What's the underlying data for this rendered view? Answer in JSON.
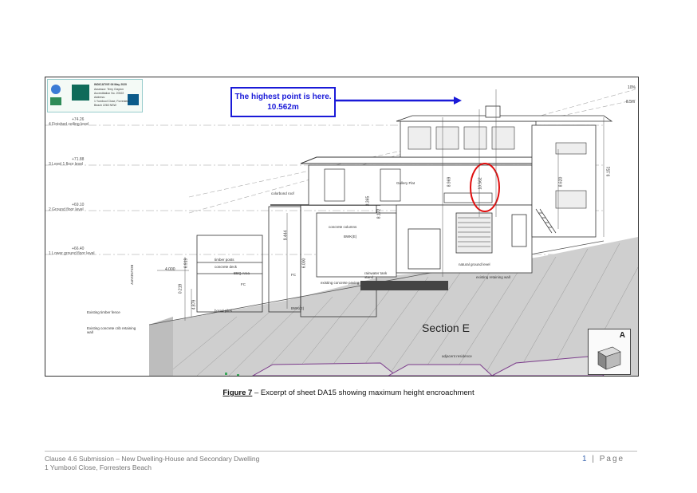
{
  "callout": {
    "line1": "The highest point is here.",
    "line2": "10.562m"
  },
  "levels": [
    {
      "rl": "+74.26",
      "name": "4 Finished ceiling level"
    },
    {
      "rl": "+71.88",
      "name": "3 Level 1 floor level"
    },
    {
      "rl": "+69.10",
      "name": "2 Ground floor level"
    },
    {
      "rl": "+66.40",
      "name": "1 Lower ground floor level"
    }
  ],
  "labels": {
    "timber_fence": "Existing timber fence",
    "retaining_wall": "Existing concrete crib retaining wall",
    "boundary": "BOUNDARY",
    "timber_posts": "timber posts",
    "concrete_deck": "concrete deck",
    "bbq_area": "BBQ Area",
    "fc1": "FC",
    "fc2": "FC",
    "bored_piles": "bored piles",
    "colorbond_roof": "colorbond roof",
    "concrete_columns": "concrete columns",
    "bwk1": "BWK(E)",
    "bwk2": "BWK(E)",
    "existing_paving": "existing concrete paving",
    "rainwater_tank": "rainwater tank stand",
    "natural_ground": "natural ground level",
    "retaining_wall_right": "existing retaining wall",
    "adjacent_residence": "adjacent residence",
    "gallery_flat": "Gallery Flat"
  },
  "dims": {
    "d1": "4.000",
    "d2": "6.919",
    "d3": "0.219",
    "d4": "4.879",
    "d5": "9.444",
    "d6": "6.000",
    "d7": "8.969",
    "d8": "10.562",
    "d9": "8.620",
    "d10": "9.151",
    "d11": "8.172",
    "d12": "3.365",
    "pct": "10%",
    "slope": "8.5m"
  },
  "stamp": {
    "line1": "INDICATIVE 06 May 2020",
    "line2": "Assessor: Terry Clayton",
    "line3": "Accreditation No. 20322",
    "line4": "Address:",
    "line5": "1 Yumbool Close, Forresters",
    "line6": "Beach 2260 NSW"
  },
  "section_title": "Section E",
  "key": "A",
  "caption": {
    "fig": "Figure 7",
    "text": " – Excerpt of sheet DA15 showing maximum height encroachment"
  },
  "footer": {
    "line1": "Clause 4.6 Submission – New Dwelling-House and Secondary Dwelling",
    "line2": "1 Yumbool Close, Forresters Beach",
    "page_num": "1",
    "page_word": "| Page"
  }
}
